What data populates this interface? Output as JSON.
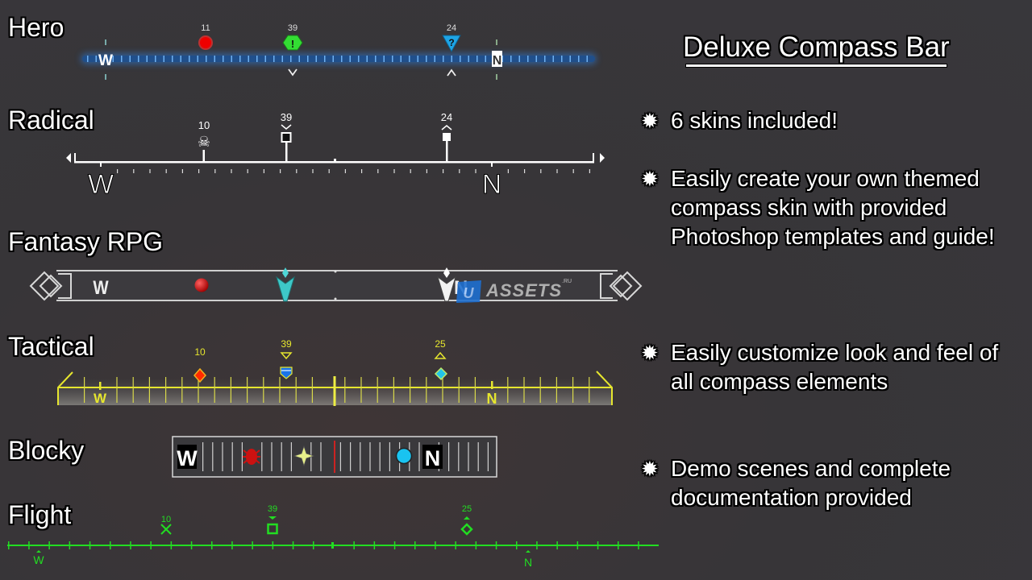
{
  "title": "Deluxe Compass Bar",
  "features": [
    {
      "icon": "starburst-bullet-icon",
      "glyph": "✹",
      "text": "6 skins included!"
    },
    {
      "icon": "starburst-bullet-icon",
      "glyph": "✹",
      "text": "Easily create your own themed compass skin with provided Photoshop templates and guide!"
    },
    {
      "icon": "starburst-bullet-icon",
      "glyph": "✹",
      "text": "Easily customize look and feel of all compass elements"
    },
    {
      "icon": "starburst-bullet-icon",
      "glyph": "✹",
      "text": "Demo scenes and complete documentation provided"
    }
  ],
  "skins": {
    "hero": {
      "label": "Hero",
      "cardinals": [
        "W",
        "N"
      ],
      "markers": [
        {
          "name": "red-circle-marker",
          "distance": "11",
          "color": "#e60000"
        },
        {
          "name": "green-exclamation-marker",
          "distance": "39",
          "color": "#33cc33",
          "glyph": "!",
          "indicator": "v"
        },
        {
          "name": "blue-question-marker",
          "distance": "24",
          "color": "#1aa0e0",
          "glyph": "?",
          "indicator": "^"
        }
      ],
      "accent": "#3a8fe0"
    },
    "radical": {
      "label": "Radical",
      "cardinals": [
        "W",
        "N"
      ],
      "markers": [
        {
          "name": "skull-marker",
          "distance": "10",
          "glyph": "☠"
        },
        {
          "name": "square-marker-below",
          "distance": "39",
          "indicator": "v"
        },
        {
          "name": "square-marker-above",
          "distance": "24",
          "indicator": "^"
        }
      ]
    },
    "fantasy": {
      "label": "Fantasy RPG",
      "cardinals": [
        "W",
        "N"
      ],
      "markers": [
        {
          "name": "red-orb-marker",
          "color": "#cc0000"
        },
        {
          "name": "teal-arrow-marker",
          "color": "#4fd1d1"
        }
      ],
      "watermark": {
        "badge": "U",
        "text": "ASSETS",
        "suffix": ".RU"
      }
    },
    "tactical": {
      "label": "Tactical",
      "cardinals": [
        "W",
        "N"
      ],
      "markers": [
        {
          "name": "red-diamond-marker",
          "distance": "10",
          "color": "#ff2a00"
        },
        {
          "name": "blue-shield-marker",
          "distance": "39",
          "color": "#1a73e8",
          "indicator": "v"
        },
        {
          "name": "cyan-diamond-marker",
          "distance": "25",
          "color": "#22c5e8",
          "indicator": "^"
        }
      ],
      "accent": "#e6e62e"
    },
    "blocky": {
      "label": "Blocky",
      "cardinals": [
        "W",
        "N"
      ],
      "markers": [
        {
          "name": "red-spider-marker",
          "color": "#cc1111"
        },
        {
          "name": "yellow-sparkle-marker",
          "color": "#e8f08a"
        },
        {
          "name": "cyan-circle-marker",
          "color": "#19c3f0"
        }
      ],
      "center_color": "#cc2222"
    },
    "flight": {
      "label": "Flight",
      "cardinals": [
        "W",
        "N"
      ],
      "markers": [
        {
          "name": "cross-marker",
          "distance": "10"
        },
        {
          "name": "square-marker",
          "distance": "39",
          "indicator": "v"
        },
        {
          "name": "diamond-marker",
          "distance": "25",
          "indicator": "^"
        }
      ],
      "accent": "#22dd22"
    }
  }
}
